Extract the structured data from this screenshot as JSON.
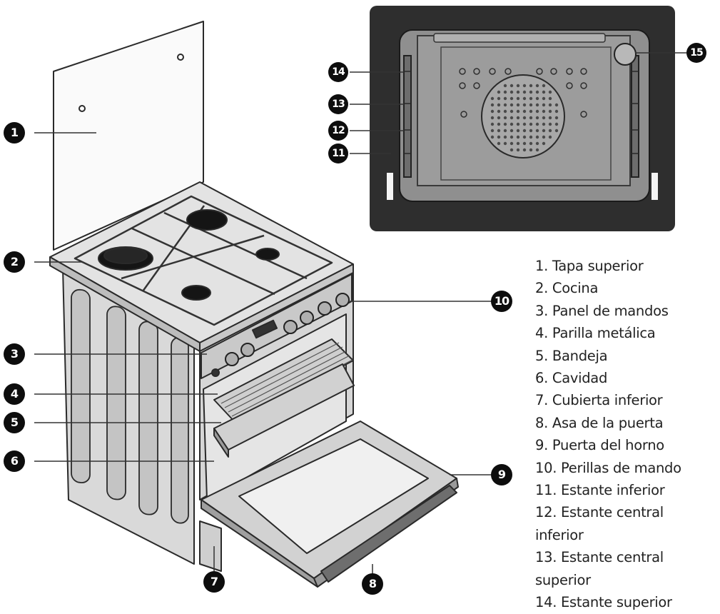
{
  "callouts": [
    "1",
    "2",
    "3",
    "4",
    "5",
    "6",
    "7",
    "8",
    "9",
    "10",
    "11",
    "12",
    "13",
    "14",
    "15"
  ],
  "legend": [
    "1. Tapa superior",
    "2. Cocina",
    "3. Panel de mandos",
    "4. Parilla metálica",
    "5. Bandeja",
    "6. Cavidad",
    "7. Cubierta inferior",
    "8. Asa de la puerta",
    "9. Puerta del horno",
    "10. Perillas de mando",
    "11. Estante inferior",
    "12. Estante central inferior",
    "13. Estante central superior",
    "14. Estante superior"
  ],
  "colors": {
    "line": "#333333",
    "callout": "#0d0d0d",
    "oven_frame": "#2a2a2a",
    "cavity": "#8a8a8a",
    "panel": "#bfbfbf"
  }
}
